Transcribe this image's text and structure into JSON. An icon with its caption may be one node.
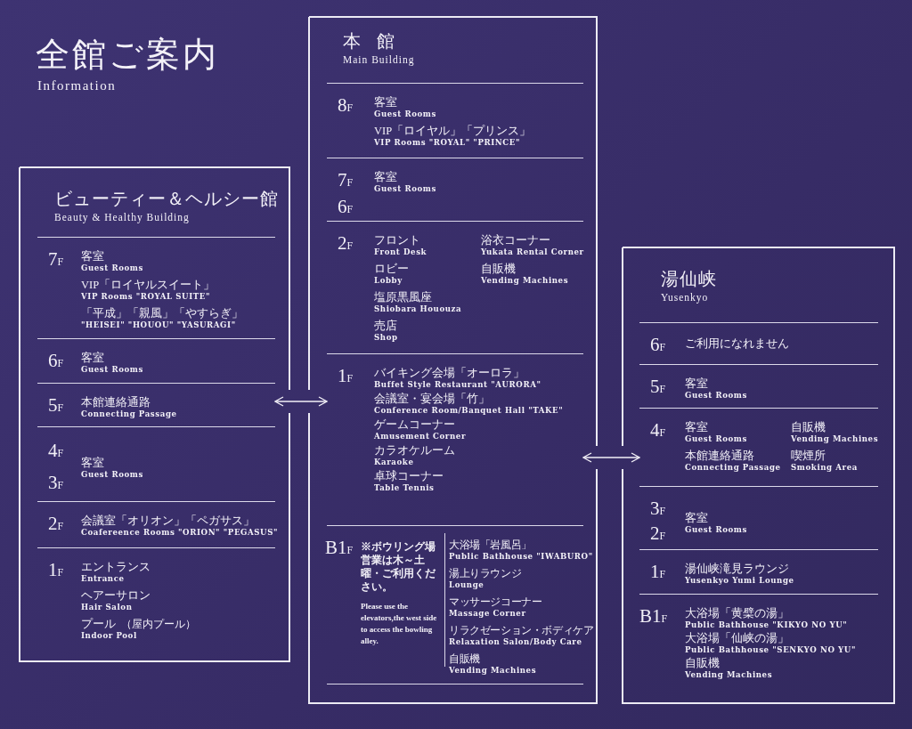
{
  "diagram": {
    "title": "全館ご案内",
    "nodes": [
      {
        "text": [
          "ビューティー＆ヘルシー館",
          "Beauty & Healthy Building"
        ]
      },
      {
        "text": [
          "7$_{F}$",
          "客室",
          "Guest Rooms",
          "VIP「ロイヤルスイート」",
          "VIP Rooms \"ROYAL SUITE\"",
          "「平成」「親風」「やすらぎ」",
          "\"HEISEI\" \"HOUOU\" \"YASURAGI\""
        ],
        "in": 0
      },
      {
        "text": [
          "6$_{F}$",
          "客室",
          "Guest Rooms"
        ],
        "in": 0
      },
      {
        "text": [
          "5$_{F}$",
          "本館連絡通路",
          "Connecting Passage"
        ],
        "in": 0
      },
      {
        "text": [
          "4$_{F}$",
          "3$_{F}$",
          "客室",
          "Guest Rooms"
        ],
        "in": 0
      },
      {
        "text": [
          "2$_{F}$",
          "会議室「オリオン」「ペガサス」",
          "Coafereence Rooms \"ORION\" \"PEGASUS\""
        ],
        "in": 0
      },
      {
        "text": [
          "1$_{F}$",
          "エントランス",
          "Entrance",
          "ヘアーサロン",
          "Hair Salon",
          "プール",
          "（屋内プール）",
          "Indoor Pool"
        ],
        "in": 0
      },
      {
        "text": [
          "本館",
          "Main Building"
        ]
      },
      {
        "text": [
          "8$_{F}$",
          "客室",
          "Guest Rooms",
          "VIP「ロイヤル」「プリンス」",
          "VIP Rooms \"ROYAL\" \"PRINCE\""
        ],
        "in": 7
      },
      {
        "text": [
          "7$_{F}$",
          "6$_{F}$",
          "客室",
          "Guest Rooms"
        ],
        "in": 7
      },
      {
        "text": [
          "2$_{F}$",
          "フロント",
          "Front Desk",
          "ロビー",
          "Lobby",
          "塩原黒風座",
          "Shiobara Hououza",
          "売店",
          "Shop",
          "浴衣コーナー",
          "Yukata Rental Corner",
          "自販機",
          "Vending Machines"
        ],
        "in": 7
      },
      {
        "text": [
          "1$_{F}$",
          "バイキング会場「オーロラ」",
          "Buffet Style Restaurant \"AURORA\"",
          "会議室・宴会場「竹」",
          "Conference Room/Banquet Hall \"TAKE\"",
          "ゲームコーナー",
          "Amusement Corner",
          "カラオケルーム",
          "Karaoke",
          "卓球コーナー",
          "Table Tennis"
        ],
        "in": 7
      },
      {
        "text": [
          "B1$_{F}$",
          "※ボウリング場営業は木～土曜・ご利用ください。",
          "Please use the elevators,the west side to access the bowling alley.",
          "大浴場「岩風呂」",
          "Public Bathhouse \"IWABURO\"",
          "湯上りラウンジ",
          "Lounge",
          "マッサージコーナー",
          "Massage Corner",
          "リラクゼーション・ボディケア",
          "Relaxation Salon/Body Care",
          "自販機",
          "Vending Machines"
        ],
        "in": 7
      },
      {
        "text": [
          "湯仙峡",
          "Yusenkyo"
        ]
      },
      {
        "text": [
          "6$_{F}$",
          "ご利用になれません"
        ],
        "in": 13
      },
      {
        "text": [
          "5$_{F}$",
          "客室",
          "Guest Rooms"
        ],
        "in": 13
      },
      {
        "text": [
          "4$_{F}$",
          "客室",
          "Guest Rooms",
          "本館連絡通路",
          "Connecting Passage",
          "自販機",
          "Vending Machines",
          "喫煙所",
          "Smoking Area"
        ],
        "in": 13
      },
      {
        "text": [
          "3$_{F}$",
          "2$_{F}$",
          "客室",
          "Guest Rooms"
        ],
        "in": 13
      },
      {
        "text": [
          "1$_{F}$",
          "湯仙峡滝見ラウンジ",
          "Yusenkyo Yumi Lounge"
        ],
        "in": 13
      },
      {
        "text": [
          "B1$_{F}$",
          "大浴場「黄檗の湯」",
          "Public Bathhouse \"KIKYO NO YU\"",
          "大浴場「仙峡の湯」",
          "Public Bathhouse \"SENKYO NO YU\"",
          "自販機",
          "Vending Machines"
        ],
        "in": 13
      }
    ],
    "edges": [
      {
        "from": 3,
        "to": 11,
        "arrow": "both"
      },
      {
        "from": 11,
        "to": 16,
        "arrow": "both"
      }
    ],
    "labels": [
      "Information"
    ]
  }
}
